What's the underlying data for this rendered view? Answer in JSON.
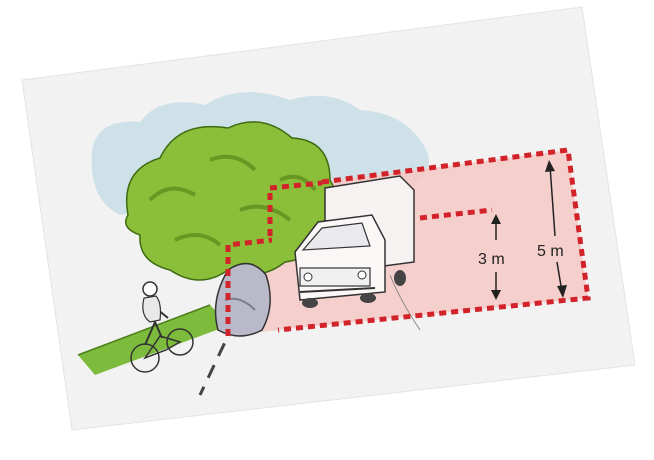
{
  "labels": {
    "height_small": "3 m",
    "height_large": "5 m"
  },
  "colors": {
    "card_bg": "#f2f2f2",
    "sky_cloud": "#cfe1e8",
    "foliage": "#8bbf3a",
    "foliage_dark": "#5e8f1e",
    "grass": "#7dbb3c",
    "clearance_zone": "#f6c9c6",
    "dotted_outline": "#d2232a",
    "ink": "#333333"
  },
  "icons": [
    "tree-illustration",
    "truck-illustration",
    "cyclist-illustration",
    "hedge-illustration"
  ]
}
